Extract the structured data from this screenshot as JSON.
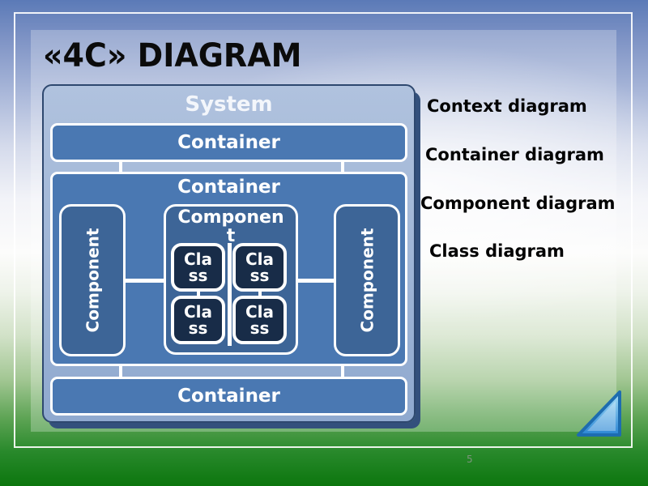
{
  "slide": {
    "title": "«4C» DIAGRAM",
    "page_number": "5"
  },
  "diagram": {
    "system_label": "System",
    "containers": {
      "top": "Container",
      "middle": "Container",
      "bottom": "Container"
    },
    "components": {
      "left": "Component",
      "right": "Component",
      "center_line1": "Componen",
      "center_line2": "t"
    },
    "classes": [
      {
        "line1": "Cla",
        "line2": "ss"
      },
      {
        "line1": "Cla",
        "line2": "ss"
      },
      {
        "line1": "Cla",
        "line2": "ss"
      },
      {
        "line1": "Cla",
        "line2": "ss"
      }
    ]
  },
  "legend": {
    "items": [
      {
        "label": "Context diagram"
      },
      {
        "label": "Container diagram"
      },
      {
        "label": "Component diagram"
      },
      {
        "label": "Class diagram"
      }
    ]
  },
  "colors": {
    "background_top": "#5b7ab7",
    "background_bottom": "#0c760e",
    "system_fill": "#9fb5d6",
    "system_border": "#2e486f",
    "container_fill": "#4a78b2",
    "component_fill": "#3d6597",
    "class_fill": "#182c48",
    "connector": "#ffffff",
    "triangle_fill_light": "#a8e0f8",
    "triangle_fill_dark": "#2b86d4",
    "triangle_border": "#1d6cb0"
  }
}
